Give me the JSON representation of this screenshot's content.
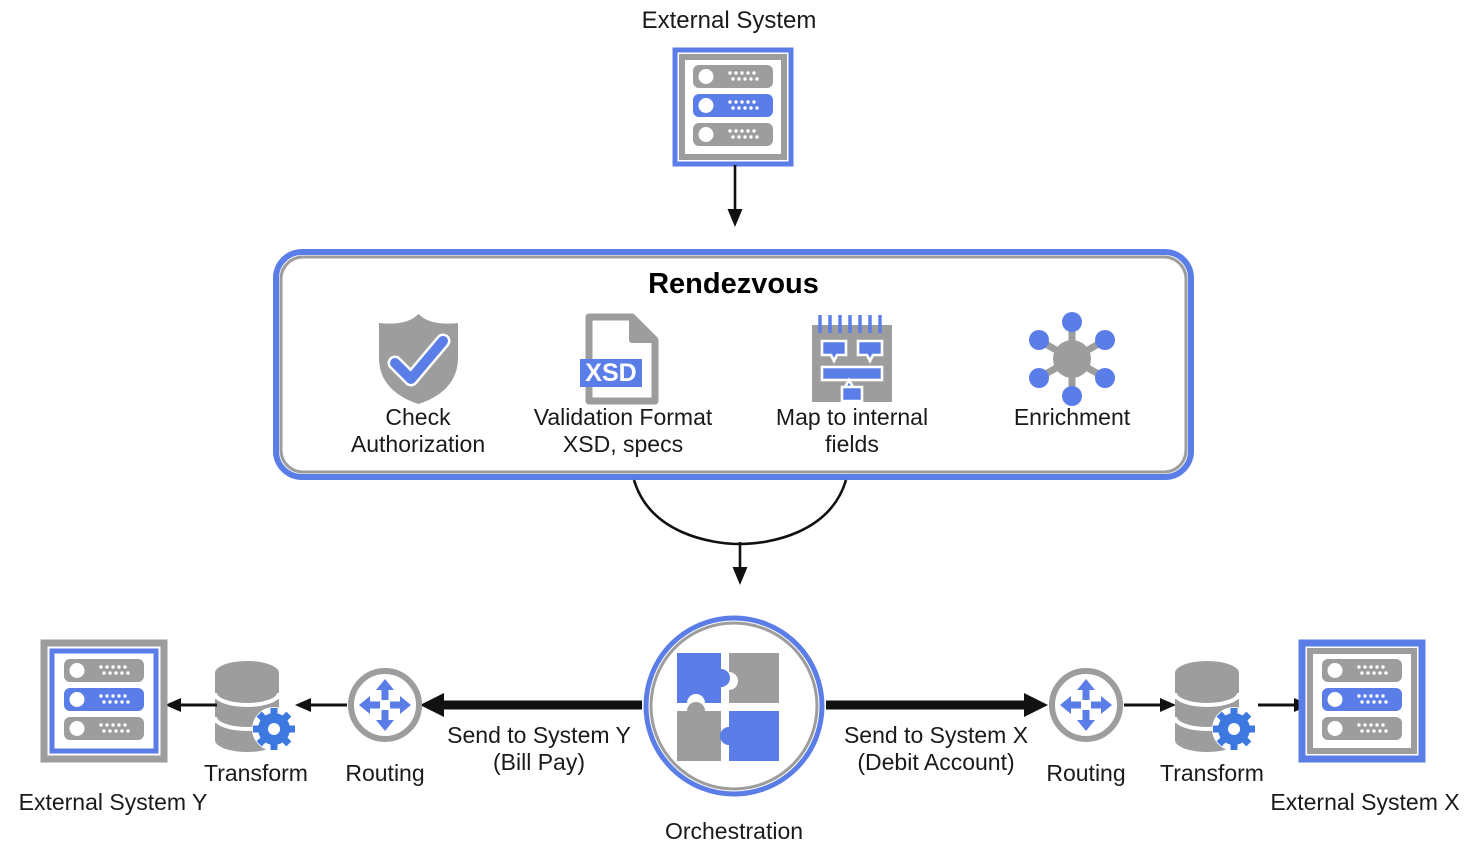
{
  "colors": {
    "blue": "#5b7de8",
    "blue_dark": "#4a6fe0",
    "gray": "#9d9d9d",
    "gray_border": "#9a9a9a",
    "black": "#111111",
    "white": "#ffffff",
    "background": "#ffffff"
  },
  "diagram": {
    "type": "flow-diagram",
    "top": {
      "label": "External System",
      "icon": "server-rack-icon",
      "outer_border": "blue",
      "inner_border": "gray"
    },
    "rendezvous": {
      "title": "Rendezvous",
      "steps": [
        {
          "icon": "shield-check-icon",
          "label": "Check\nAuthorization"
        },
        {
          "icon": "xsd-document-icon",
          "label": "Validation Format\nXSD, specs",
          "badge": "XSD"
        },
        {
          "icon": "map-fields-icon",
          "label": "Map to internal\nfields"
        },
        {
          "icon": "enrichment-hub-icon",
          "label": "Enrichment"
        }
      ]
    },
    "orchestration": {
      "label": "Orchestration",
      "icon": "puzzle-pieces-icon"
    },
    "branches": [
      {
        "direction": "left",
        "arrow_label": "Send to System Y\n(Bill Pay)",
        "routing_label": "Routing",
        "transform_label": "Transform",
        "system_label": "External System Y",
        "system_outer_border": "gray",
        "system_inner_border": "blue"
      },
      {
        "direction": "right",
        "arrow_label": "Send to System X\n(Debit Account)",
        "routing_label": "Routing",
        "transform_label": "Transform",
        "system_label": "External System X",
        "system_outer_border": "blue",
        "system_inner_border": "gray"
      }
    ],
    "connectors": [
      {
        "name": "external-to-rendezvous",
        "style": "straight-arrow-down"
      },
      {
        "name": "rendezvous-to-orchestration",
        "style": "curved-funnel-arrow-down"
      },
      {
        "name": "orchestration-to-left",
        "style": "thick-arrow-left"
      },
      {
        "name": "orchestration-to-right",
        "style": "thick-arrow-right"
      }
    ]
  }
}
